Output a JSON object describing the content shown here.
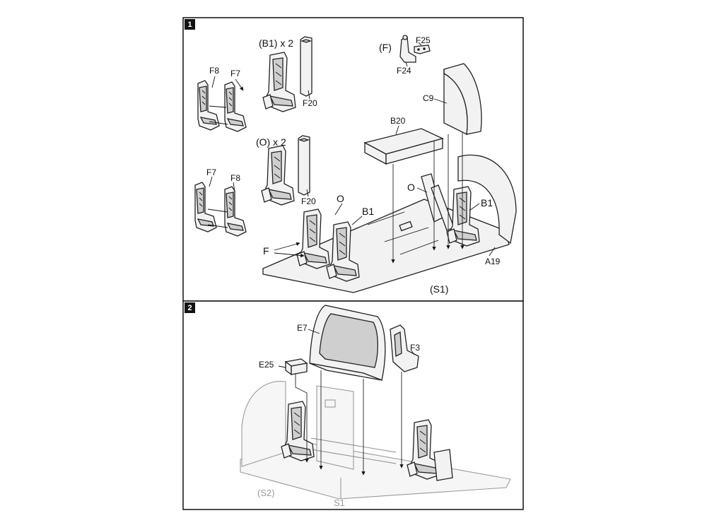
{
  "steps": [
    {
      "number": "1",
      "labels": {
        "b1_x2": "(B1) x 2",
        "o_x2": "(O) x 2",
        "f_group": "(F)",
        "f8_top": "F8",
        "f7_top": "F7",
        "f7_bottom": "F7",
        "f8_bottom": "F8",
        "f20_top": "F20",
        "f20_bottom": "F20",
        "f25": "F25",
        "f24": "F24",
        "c9": "C9",
        "b20": "B20",
        "o_left": "O",
        "b1_left": "B1",
        "f_left": "F",
        "o_right": "O",
        "b1_right": "B1",
        "a19": "A19",
        "s1": "(S1)"
      }
    },
    {
      "number": "2",
      "labels": {
        "e7": "E7",
        "e25": "E25",
        "f3": "F3",
        "s2": "(S2)",
        "s1": "S1"
      }
    }
  ]
}
